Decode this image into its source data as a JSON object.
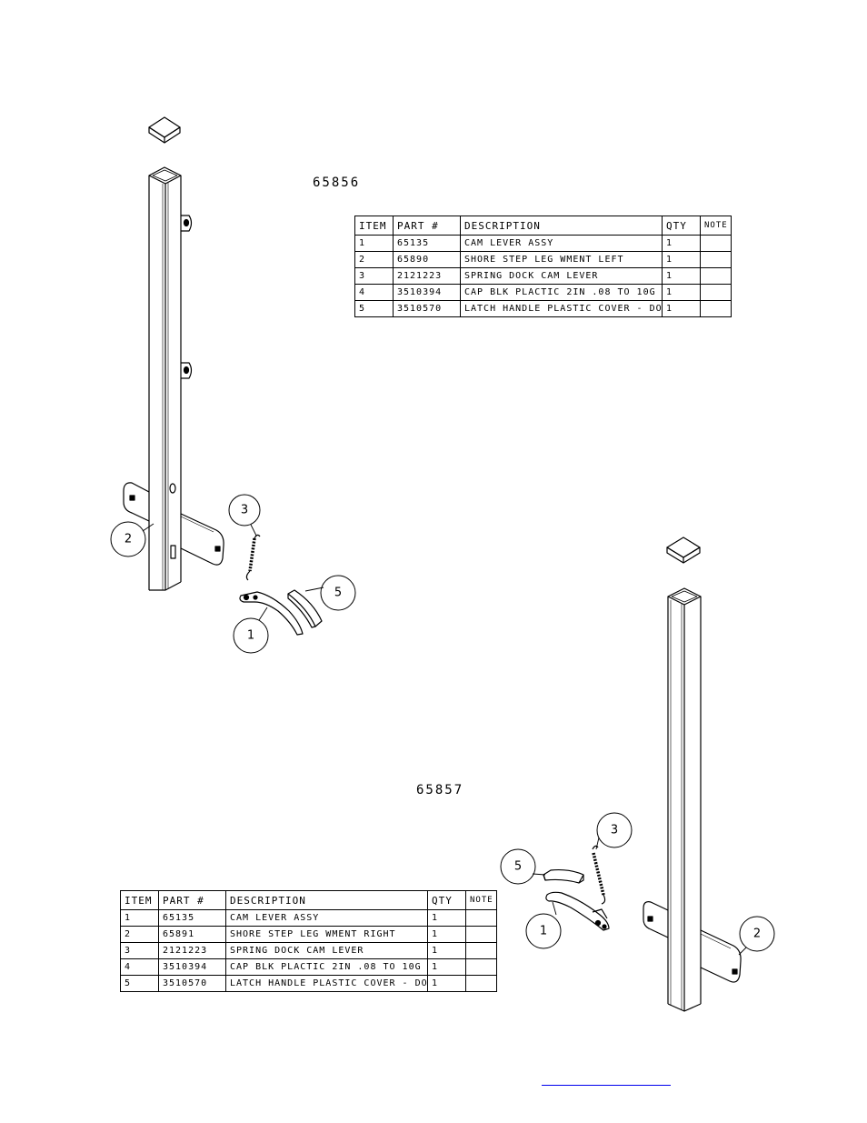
{
  "assembly_left": {
    "number": "65856",
    "headers": [
      "ITEM",
      "PART #",
      "DESCRIPTION",
      "QTY",
      "NOTE"
    ],
    "rows": [
      [
        "1",
        "65135",
        "CAM LEVER ASSY",
        "1",
        ""
      ],
      [
        "2",
        "65890",
        "SHORE STEP LEG WMENT LEFT",
        "1",
        ""
      ],
      [
        "3",
        "2121223",
        "SPRING DOCK CAM LEVER",
        "1",
        ""
      ],
      [
        "4",
        "3510394",
        "CAP BLK PLACTIC 2IN .08 TO 10G",
        "1",
        ""
      ],
      [
        "5",
        "3510570",
        "LATCH HANDLE PLASTIC COVER - DOC",
        "1",
        ""
      ]
    ],
    "balloons": [
      "3",
      "2",
      "5",
      "1"
    ]
  },
  "assembly_right": {
    "number": "65857",
    "headers": [
      "ITEM",
      "PART #",
      "DESCRIPTION",
      "QTY",
      "NOTE"
    ],
    "rows": [
      [
        "1",
        "65135",
        "CAM LEVER ASSY",
        "1",
        ""
      ],
      [
        "2",
        "65891",
        "SHORE STEP LEG WMENT RIGHT",
        "1",
        ""
      ],
      [
        "3",
        "2121223",
        "SPRING DOCK CAM LEVER",
        "1",
        ""
      ],
      [
        "4",
        "3510394",
        "CAP BLK PLACTIC 2IN .08 TO 10G",
        "1",
        ""
      ],
      [
        "5",
        "3510570",
        "LATCH HANDLE PLASTIC COVER - DOC",
        "1",
        ""
      ]
    ],
    "balloons": [
      "3",
      "5",
      "1",
      "2"
    ]
  }
}
